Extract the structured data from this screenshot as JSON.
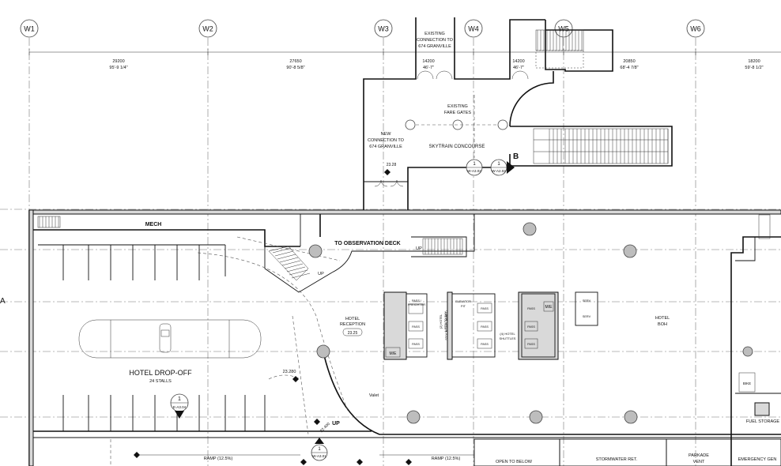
{
  "grid_lines": [
    {
      "id": "W1",
      "label": "W1"
    },
    {
      "id": "W2",
      "label": "W2"
    },
    {
      "id": "W3",
      "label": "W3"
    },
    {
      "id": "W4",
      "label": "W4"
    },
    {
      "id": "W5",
      "label": "W5"
    },
    {
      "id": "W6",
      "label": "W6"
    }
  ],
  "dimensions": [
    {
      "metric": "29200",
      "imperial": "95'-9 1/4\""
    },
    {
      "metric": "27650",
      "imperial": "90'-8 5/8\""
    },
    {
      "metric": "14200",
      "imperial": "46'-7\""
    },
    {
      "metric": "14200",
      "imperial": "46'-7\""
    },
    {
      "metric": "20850",
      "imperial": "68'-4 7/8\""
    },
    {
      "metric": "18200",
      "imperial": "59'-8 1/2\""
    }
  ],
  "labels": {
    "existing_connection": [
      "EXISTING",
      "CONNECTION TO",
      "674 GRANVILLE"
    ],
    "existing_fare_gates": [
      "EXISTING",
      "FARE GATES"
    ],
    "new_connection": [
      "NEW",
      "CONNECTION TO",
      "674 GRANVILLE"
    ],
    "skytrain_concourse": "SKYTRAIN CONCOURSE",
    "mech": "MECH",
    "to_observation_deck": "TO OBSERVATION DECK",
    "up_stair": "UP",
    "up_stair_2": "UP",
    "up_ramp": "UP",
    "hotel_reception": [
      "HOTEL",
      "RECEPTION"
    ],
    "reception_level": "23.25",
    "hotel_boh": [
      "HOTEL",
      "BOH"
    ],
    "hotel_dropoff": "HOTEL DROP-OFF",
    "stalls": "24 STALLS",
    "valet": "Valet",
    "ramp_left": "RAMP (12.5%)",
    "ramp_right": "RAMP (12.5%)",
    "open_to_below": "OPEN TO BELOW",
    "stormwater": "STORMWATER RET.",
    "parkade_vent": [
      "PARKADE",
      "VENT"
    ],
    "emergency_gen": "EMERGENCY GEN",
    "fuel_storage": "FUEL STORAGE",
    "bike": "BIKE",
    "section_b": "B",
    "level_2328": "23.28",
    "level_23280": "23.280",
    "level_22400": "22.400",
    "grid_a": "A",
    "elevator_pit": [
      "ELEVATOR",
      "PIT"
    ],
    "hotel_shuttles_4": [
      "(4) HOTEL",
      "SHUTTLES"
    ],
    "hotel_lifts": [
      "(2) HOTEL",
      "LIFTS TO SKY"
    ],
    "stock_unplanned": "STOCK UNPLANNED",
    "pass_freight": [
      "PASS /",
      "FREIGHTER"
    ],
    "pass": "PASS",
    "me": "M/E",
    "serv": "SERV"
  },
  "section_tags": [
    {
      "num": "1",
      "ref": "W-A3.02"
    },
    {
      "num": "1",
      "ref": "W-A2.02"
    },
    {
      "num": "1",
      "ref": "E-A3.04"
    },
    {
      "num": "1",
      "ref": "W-A3.01"
    }
  ]
}
